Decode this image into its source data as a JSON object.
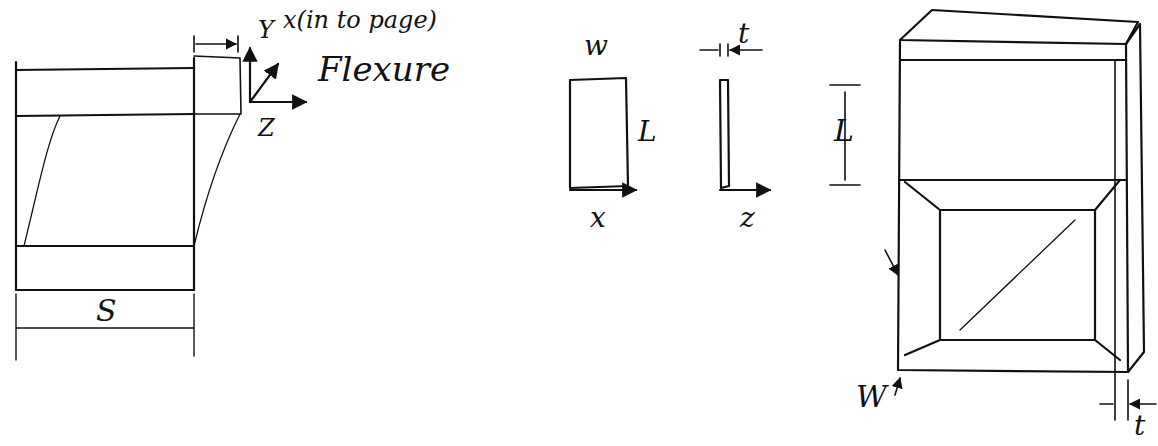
{
  "diagram": {
    "labels": [
      "Y",
      "x(in to page)",
      "Flexure",
      "Z",
      "S",
      "w",
      "t",
      "L",
      "x",
      "z",
      "L",
      "W",
      "t"
    ]
  }
}
